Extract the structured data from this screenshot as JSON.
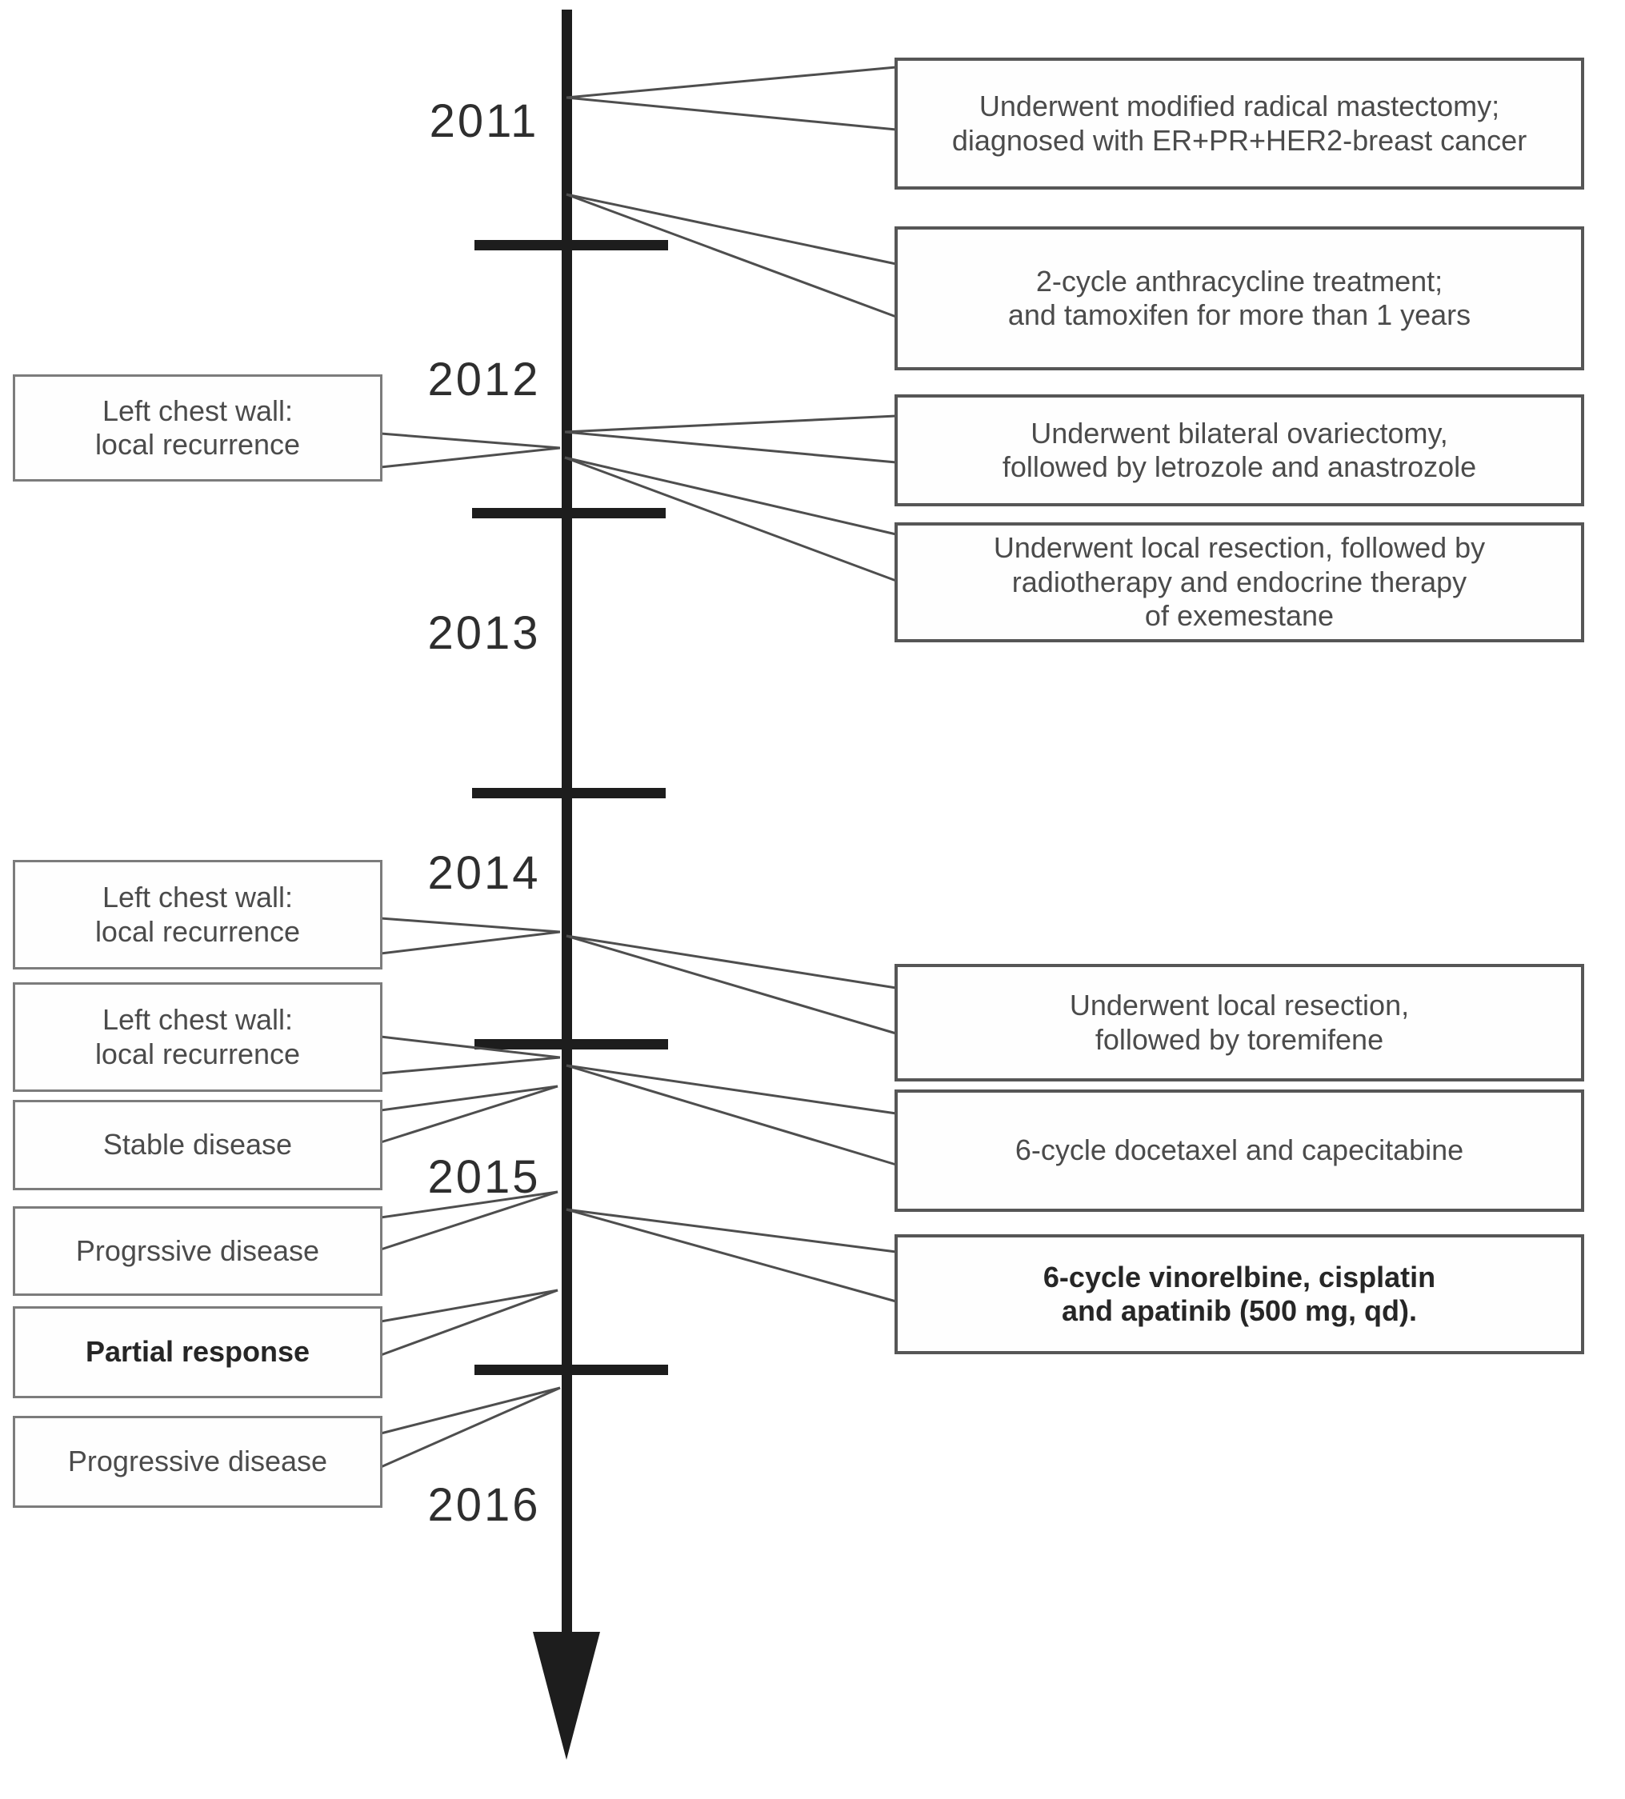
{
  "figure": {
    "title": "patient treatment timeline",
    "type": "vertical-timeline",
    "years": [
      "2011",
      "2012",
      "2013",
      "2014",
      "2015",
      "2016"
    ],
    "right_events": [
      {
        "lines": [
          "Underwent modified radical mastectomy;",
          "diagnosed with  ER+PR+HER2-breast cancer"
        ],
        "bold": false
      },
      {
        "lines": [
          "2-cycle anthracycline treatment;",
          "and tamoxifen for more than 1 years"
        ],
        "bold": false
      },
      {
        "lines": [
          "Underwent bilateral ovariectomy,",
          "followed by letrozole and anastrozole"
        ],
        "bold": false
      },
      {
        "lines": [
          "Underwent local resection, followed by",
          "radiotherapy and endocrine therapy",
          "of exemestane"
        ],
        "bold": false
      },
      {
        "lines": [
          "Underwent local resection,",
          "followed by toremifene"
        ],
        "bold": false
      },
      {
        "lines": [
          "6-cycle docetaxel and capecitabine"
        ],
        "bold": false
      },
      {
        "lines": [
          "6-cycle vinorelbine, cisplatin",
          "and apatinib (500 mg, qd)."
        ],
        "bold": true
      }
    ],
    "left_events": [
      {
        "lines": [
          "Left chest wall:",
          "local recurrence"
        ],
        "bold": false
      },
      {
        "lines": [
          "Left chest wall:",
          "local recurrence"
        ],
        "bold": false
      },
      {
        "lines": [
          "Left chest wall:",
          "local recurrence"
        ],
        "bold": false
      },
      {
        "lines": [
          "Stable disease"
        ],
        "bold": false
      },
      {
        "lines": [
          "Progrssive disease"
        ],
        "bold": false
      },
      {
        "lines": [
          "Partial response"
        ],
        "bold": true
      },
      {
        "lines": [
          "Progressive disease"
        ],
        "bold": false
      }
    ],
    "colors": {
      "axis": "#1d1d1d",
      "tick": "#1d1d1d",
      "connector": "#4e4e4e",
      "right_box_border": "#565656",
      "left_box_border": "#7c7c7c",
      "text": "#4b4b4b",
      "year_text": "#2e2e2e"
    }
  }
}
